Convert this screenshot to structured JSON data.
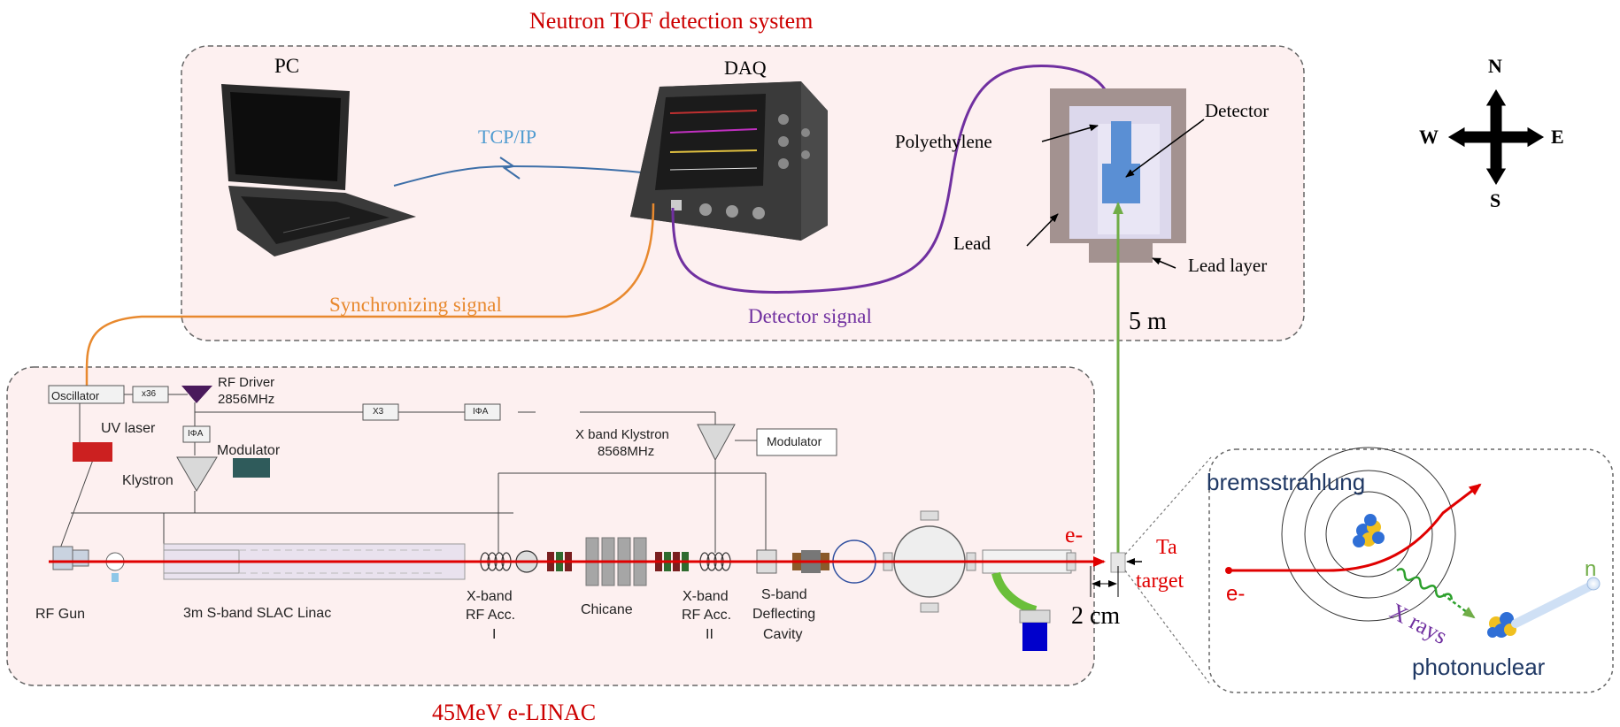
{
  "titles": {
    "tof_system": "Neutron TOF detection system",
    "linac": "45MeV e-LINAC"
  },
  "tof": {
    "pc": "PC",
    "daq": "DAQ",
    "tcpip": "TCP/IP",
    "sync_signal": "Synchronizing signal",
    "detector_signal": "Detector signal",
    "polyethylene": "Polyethylene",
    "detector": "Detector",
    "lead": "Lead",
    "lead_layer": "Lead layer",
    "distance": "5 m"
  },
  "compass": {
    "n": "N",
    "s": "S",
    "e": "E",
    "w": "W"
  },
  "linac": {
    "oscillator": "Oscillator",
    "x36": "x36",
    "rf_driver_line1": "RF Driver",
    "rf_driver_line2": "2856MHz",
    "x3": "X3",
    "phase_shifter": "IΦA",
    "phase_shifter2": "IΦA",
    "uv_laser": "UV laser",
    "modulator": "Modulator",
    "klystron": "Klystron",
    "xband_klystron_line1": "X band Klystron",
    "xband_klystron_line2": "8568MHz",
    "modulator2": "Modulator",
    "rf_gun": "RF Gun",
    "sband_linac": "3m S-band SLAC Linac",
    "xband_acc1": [
      "X-band",
      "RF Acc.",
      "I"
    ],
    "chicane": "Chicane",
    "xband_acc2": [
      "X-band",
      "RF Acc.",
      "II"
    ],
    "sband_cavity": [
      "S-band",
      "Deflecting",
      "Cavity"
    ],
    "electron": "e-"
  },
  "target": {
    "ta_line1": "Ta",
    "ta_line2": "target",
    "gap": "2 cm"
  },
  "inset": {
    "bremsstrahlung": "bremsstrahlung",
    "photonuclear": "photonuclear",
    "electron": "e-",
    "neutron": "n",
    "xrays": "X rays"
  },
  "colors": {
    "title_red": "#cc0000",
    "sync_orange": "#e8892e",
    "detector_purple": "#7030a0",
    "tcp_blue": "#4f9bd0",
    "beam_red": "#e00000",
    "neutron_green": "#70ad47",
    "panel_fill": "#fdf0f0",
    "inset_text_blue": "#1f3864"
  }
}
